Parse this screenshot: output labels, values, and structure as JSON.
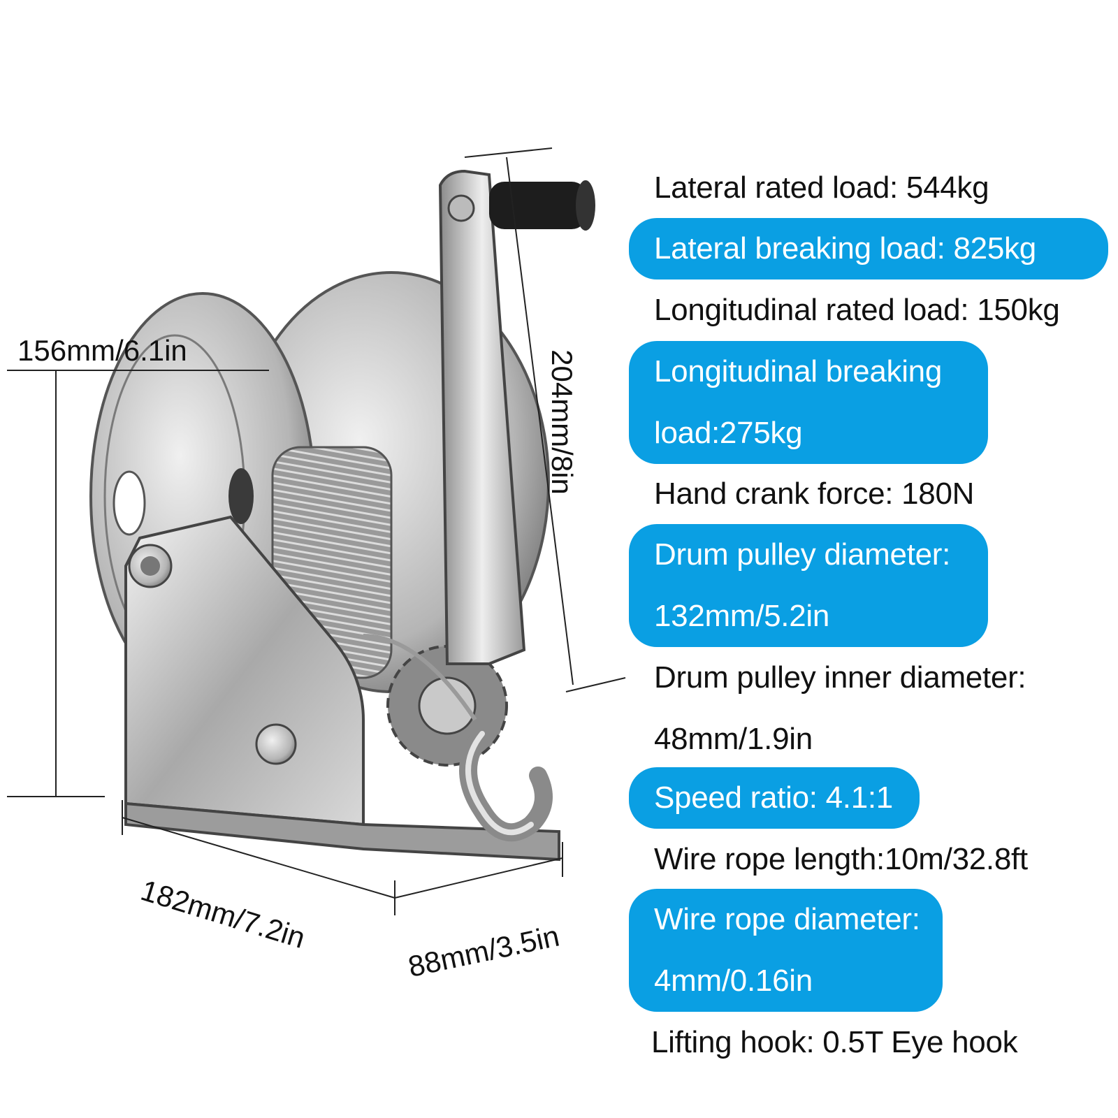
{
  "dimensions": {
    "height": "156mm/6.1in",
    "crank_length": "204mm/8in",
    "length": "182mm/7.2in",
    "width": "88mm/3.5in"
  },
  "specs": [
    {
      "text": "Lateral rated load: 544kg",
      "highlighted": false
    },
    {
      "text": "Lateral breaking load: 825kg",
      "highlighted": true
    },
    {
      "text": "Longitudinal rated load: 150kg",
      "highlighted": false
    },
    {
      "line1": "Longitudinal breaking",
      "line2": "load:275kg",
      "highlighted": true
    },
    {
      "text": "Hand crank force: 180N",
      "highlighted": false
    },
    {
      "line1": "Drum pulley diameter:",
      "line2": "132mm/5.2in",
      "highlighted": true
    },
    {
      "line1": "Drum pulley inner diameter:",
      "line2": "48mm/1.9in",
      "highlighted": false
    },
    {
      "text": "Speed ratio: 4.1:1",
      "highlighted": true
    },
    {
      "text": "Wire rope length:10m/32.8ft",
      "highlighted": false
    },
    {
      "line1": "Wire rope diameter:",
      "line2": "4mm/0.16in",
      "highlighted": true
    },
    {
      "text": "Lifting hook: 0.5T Eye hook",
      "highlighted": false
    }
  ],
  "colors": {
    "highlight": "#0a9fe3",
    "highlight_text": "#ffffff"
  }
}
